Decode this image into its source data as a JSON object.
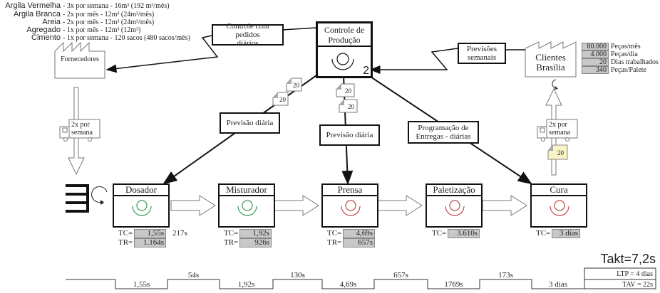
{
  "suppliers": [
    {
      "name": "Argila Vermelha",
      "desc": "- 3x por semana - 16m³ (192 m³/mês)"
    },
    {
      "name": "Argila Branca",
      "desc": "- 2x por mês - 12m³ (24m³/mês)"
    },
    {
      "name": "Areia",
      "desc": "- 2x por mês - 12m³ (24m³/mês)"
    },
    {
      "name": "Agregado",
      "desc": "- 1x por mês - 12m³ (12m³)"
    },
    {
      "name": "Cimento",
      "desc": "- 1x por semana - 120 sacos (480 sacos/mês)"
    }
  ],
  "supplier_factory": {
    "label": "Fornecedores"
  },
  "customer_factory": {
    "label_line1": "Clientes",
    "label_line2": "Brasília"
  },
  "customer_data": [
    {
      "value": "80.000",
      "label": "Peças/mês"
    },
    {
      "value": "4.000",
      "label": "Peças/dia"
    },
    {
      "value": "20",
      "label": "Dias trabalhados"
    },
    {
      "value": "340",
      "label": "Peças/Palete"
    }
  ],
  "production_control": {
    "line1": "Controle de",
    "line2": "Produção",
    "operators": "2"
  },
  "info_boxes": {
    "supplier_orders": {
      "line1": "Controle com pedidos",
      "line2": "diários"
    },
    "customer_forecast": {
      "line1": "Previsões",
      "line2": "semanais"
    },
    "forecast_dosador": "Previsão diária",
    "forecast_prensa": "Previsão diária",
    "delivery_schedule": {
      "line1": "Programação de",
      "line2": "Entregas - diárias"
    }
  },
  "kanbans": {
    "k1": "20",
    "k2": "20",
    "k3": "20",
    "k4": "20",
    "k5": "20"
  },
  "trucks": {
    "inbound": {
      "line1": "2x por",
      "line2": "semana"
    },
    "outbound": {
      "line1": "2x por",
      "line2": "semana"
    }
  },
  "processes": [
    {
      "name": "Dosador",
      "color": "#3a9a5a",
      "tc_label": "TC=",
      "tc": "1,55s",
      "tr_label": "TR=",
      "tr": "1.164s",
      "extra": "217s"
    },
    {
      "name": "Misturador",
      "color": "#3a9a5a",
      "tc_label": "TC=",
      "tc": "1,92s",
      "tr_label": "TR=",
      "tr": "926s"
    },
    {
      "name": "Prensa",
      "color": "#c04a4a",
      "tc_label": "TC=",
      "tc": "4,69s",
      "tr_label": "TR=",
      "tr": "657s"
    },
    {
      "name": "Paletização",
      "color": "#c04a4a",
      "tc_label": "TC=",
      "tc": "3.610s"
    },
    {
      "name": "Cura",
      "color": "#c04a4a",
      "tc_label": "TC=",
      "tc": "3 dias"
    }
  ],
  "timeline": {
    "upper": [
      "54s",
      "130s",
      "657s",
      "173s"
    ],
    "lower": [
      "1,55s",
      "1,92s",
      "4,69s",
      "1769s",
      "3 dias"
    ],
    "ltp": "LTP = 4 dias",
    "tav": "TAV = 22s"
  },
  "takt": "Takt=7,2s"
}
